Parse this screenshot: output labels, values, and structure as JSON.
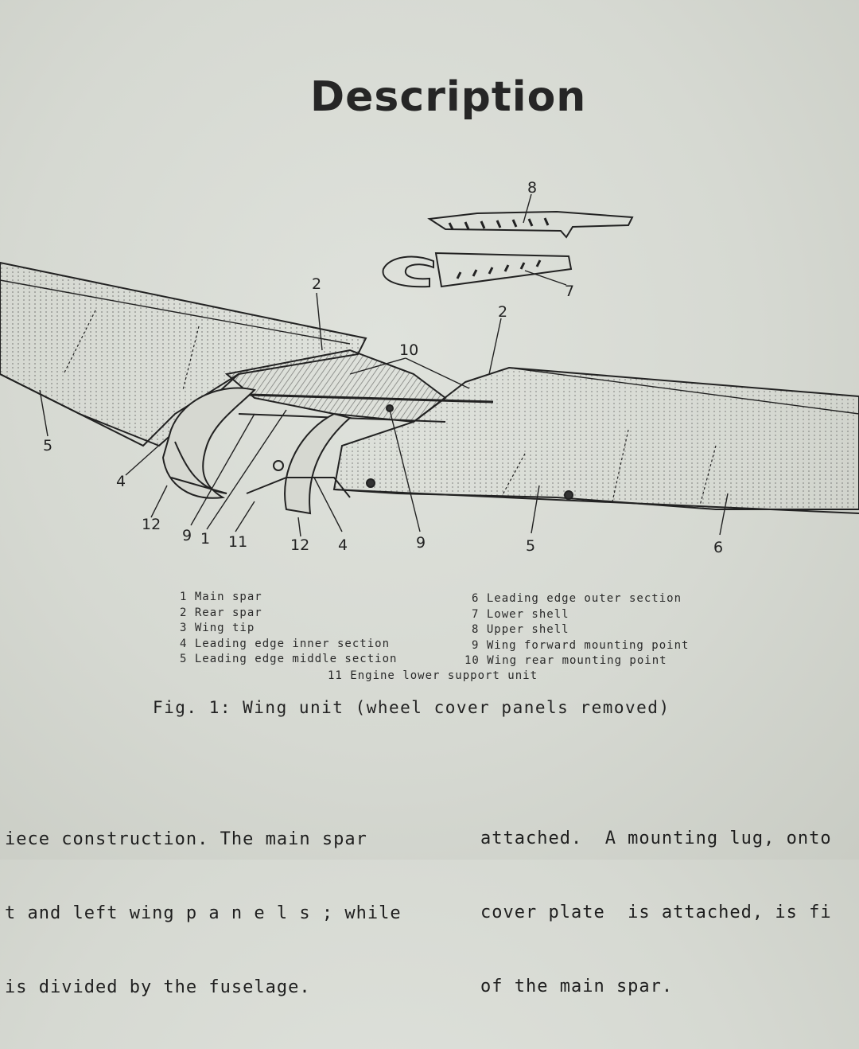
{
  "page": {
    "title": "Description"
  },
  "figure": {
    "callouts": [
      "8",
      "7",
      "2",
      "2",
      "10",
      "5",
      "4",
      "12",
      "9",
      "1",
      "11",
      "12",
      "4",
      "9",
      "5",
      "6"
    ],
    "legend_left": [
      "1 Main spar",
      "2 Rear spar",
      "3 Wing tip",
      "4 Leading edge inner section",
      "5 Leading edge middle section"
    ],
    "legend_right": [
      "6 Leading edge outer section",
      "7 Lower shell",
      "8 Upper shell",
      "9 Wing forward mounting point",
      "10 Wing rear mounting point"
    ],
    "legend_center": "11 Engine lower support unit",
    "caption": "Fig. 1: Wing unit (wheel cover panels removed)"
  },
  "body_text": {
    "left_lines": [
      "iece construction. The main spar",
      "t and left wing p a n e l s ; while",
      "is divided by the fuselage."
    ],
    "right_lines": [
      "attached.  A mounting lug, onto",
      "cover plate  is attached, is fi",
      "of the main spar."
    ]
  }
}
